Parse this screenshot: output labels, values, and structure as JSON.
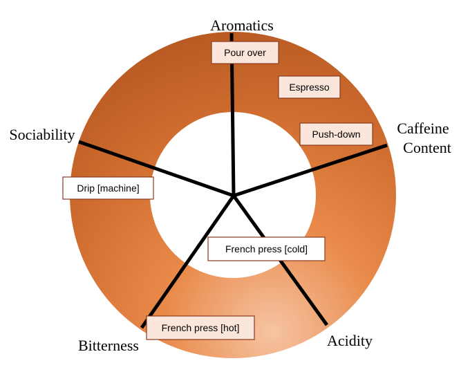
{
  "colors": {
    "ring_dark": "#b75a22",
    "ring_mid": "#e07c3c",
    "ring_light": "#f6c4a3",
    "spoke": "#000000",
    "label_fill_light": "#fbe6dc",
    "label_fill_white": "#ffffff",
    "label_border": "#8a3b1e"
  },
  "axes": {
    "aromatics": "Aromatics",
    "caffeine_line1": "Caffeine",
    "caffeine_line2": "Content",
    "acidity": "Acidity",
    "bitterness": "Bitterness",
    "sociability": "Sociability"
  },
  "methods": {
    "pour_over": "Pour over",
    "espresso": "Espresso",
    "push_down": "Push-down",
    "drip_machine": "Drip [machine]",
    "french_press_cold": "French press [cold]",
    "french_press_hot": "French press [hot]"
  }
}
